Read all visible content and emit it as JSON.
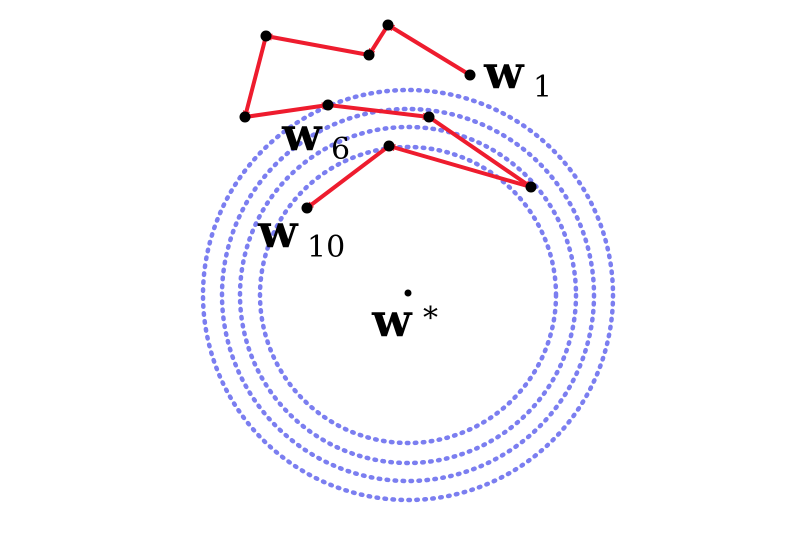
{
  "colors": {
    "path": "#ee1c2e",
    "contour": "#7b7ef0",
    "point": "#000000",
    "background": "#ffffff"
  },
  "labels": {
    "w_symbol": "w",
    "w1_sub": "1",
    "w6_sub": "6",
    "w10_sub": "10",
    "wstar_sup": "*"
  },
  "contour_count": 4,
  "iterate_count": 10
}
